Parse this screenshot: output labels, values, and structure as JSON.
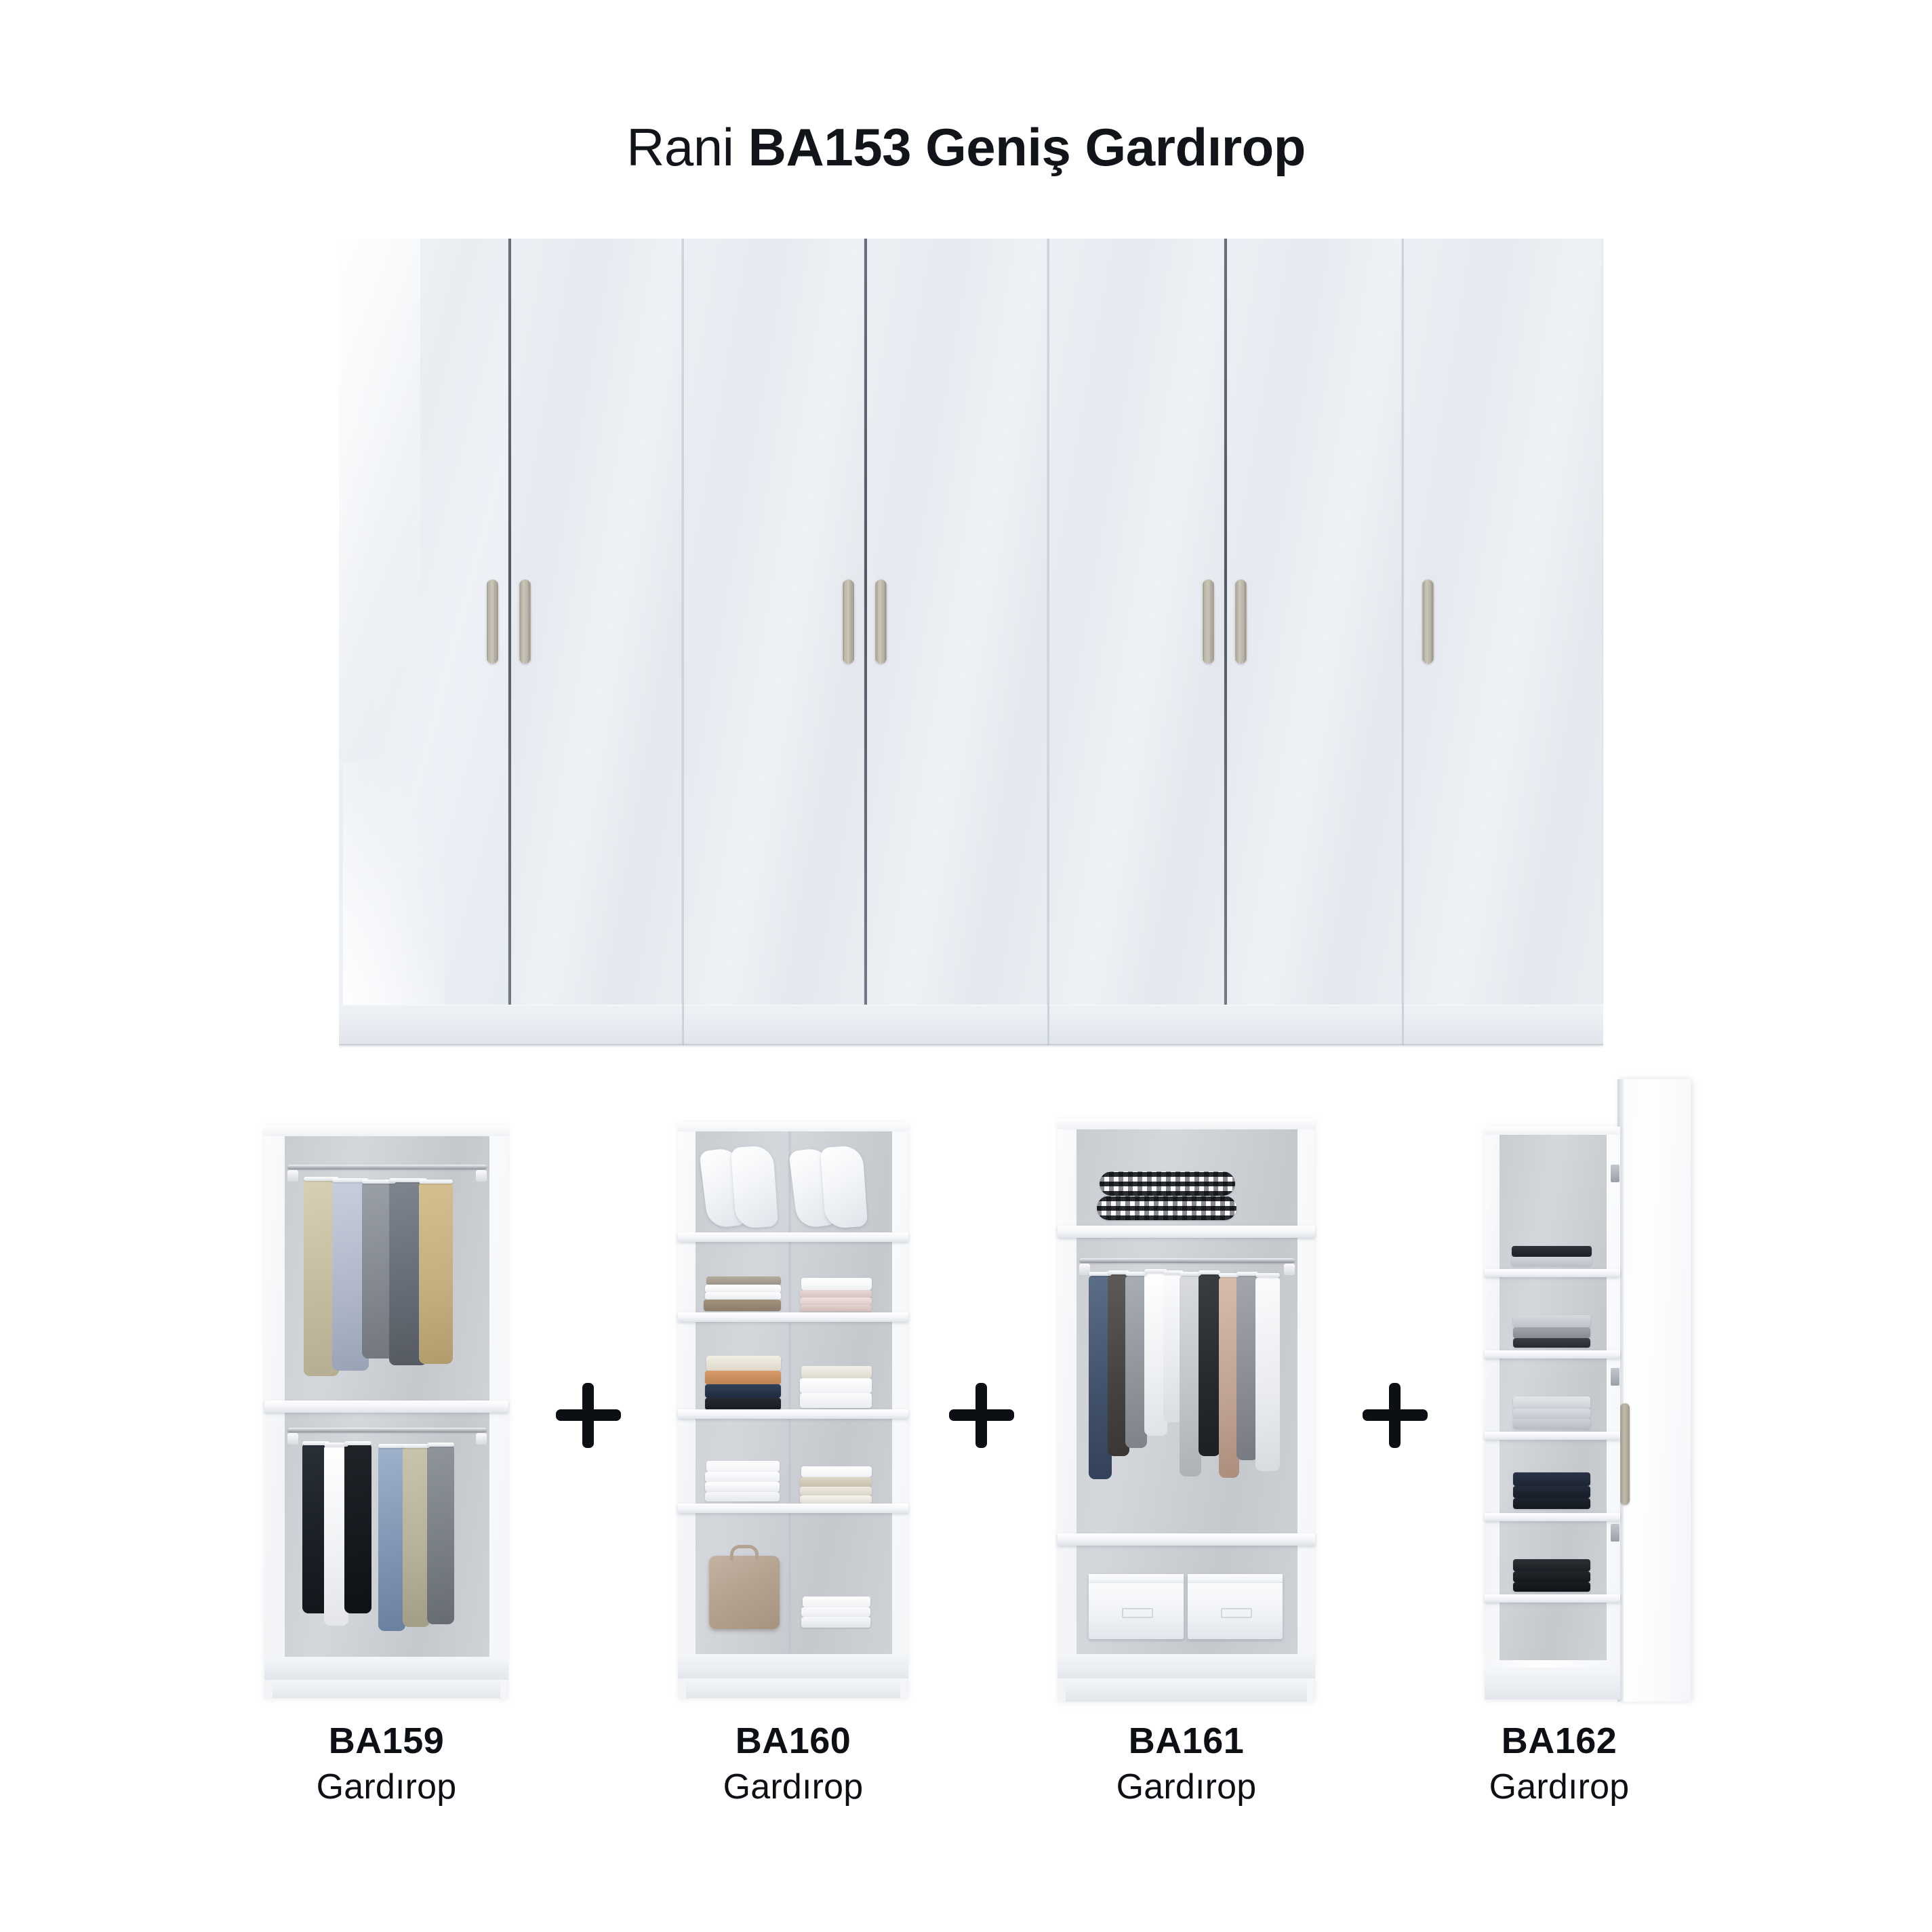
{
  "page": {
    "background": "#ffffff",
    "title_light": "Rani ",
    "title_bold": "BA153 Geniş Gardırop"
  },
  "hero": {
    "name": "Rani BA153 Geniş Gardırop",
    "door_count": 7,
    "handle_count": 7,
    "door_color": "#e8ebf0",
    "handle_color": "#b5ae9a",
    "plinth_color": "#e7ebf1",
    "plinth_segments": 4
  },
  "separator": {
    "symbol": "+",
    "color": "#0c0f14",
    "count": 3
  },
  "modules": [
    {
      "code": "BA159",
      "kind": "Gardırop",
      "type": "double-hanging",
      "compartments": [
        {
          "name": "upper-hanging-rail",
          "contents": "coats-and-jackets"
        },
        {
          "name": "lower-hanging-rail",
          "contents": "shirts-and-trousers"
        }
      ],
      "garment_colors_upper": [
        "#cdc4a8",
        "#b6bfd0",
        "#8f949c",
        "#6f757e",
        "#c9b489"
      ],
      "garment_colors_lower": [
        "#1d2026",
        "#f4f5f7",
        "#15181d",
        "#8497b4",
        "#b9b3a0",
        "#7e838b"
      ]
    },
    {
      "code": "BA160",
      "kind": "Gardırop",
      "type": "open-shelving",
      "shelf_count": 5,
      "compartments": [
        {
          "name": "shelf-1-pillows",
          "contents": "four-white-pillows"
        },
        {
          "name": "shelf-2-folded",
          "contents": "folded-shirts-left, folded-pink-linens-right"
        },
        {
          "name": "shelf-3-folded",
          "contents": "cream-caramel-navy-stack-left, white-knit-right"
        },
        {
          "name": "shelf-4-folded",
          "contents": "white-towels-left, beige-towels-right"
        },
        {
          "name": "shelf-5-storage",
          "contents": "taupe-bag-left, folded-linens-right"
        }
      ],
      "accent_colors": [
        "#ffffff",
        "#ead8d6",
        "#c99a6c",
        "#27354b",
        "#b5a392"
      ]
    },
    {
      "code": "BA161",
      "kind": "Gardırop",
      "type": "hanging-with-shelves",
      "compartments": [
        {
          "name": "top-shelf",
          "contents": "black-white-gingham-bedding"
        },
        {
          "name": "hanging-rail",
          "contents": "dresses-coats-blouses"
        },
        {
          "name": "bottom-shelf",
          "contents": "two-white-storage-boxes"
        }
      ],
      "garment_colors": [
        "#4a5870",
        "#4b4846",
        "#9aa0a7",
        "#f2f3f5",
        "#c9cdd2",
        "#2e3136",
        "#c3a797",
        "#8d9299",
        "#e9eaec"
      ]
    },
    {
      "code": "BA162",
      "kind": "Gardırop",
      "type": "narrow-shelf-column",
      "shelf_count": 6,
      "door_state": "open",
      "compartments": [
        {
          "name": "shelf-1",
          "contents": "empty"
        },
        {
          "name": "shelf-2",
          "contents": "black-folded-knit"
        },
        {
          "name": "shelf-3",
          "contents": "grey-folded-stack"
        },
        {
          "name": "shelf-4",
          "contents": "light-grey-knit-stack"
        },
        {
          "name": "shelf-5",
          "contents": "navy-folded-stack"
        },
        {
          "name": "shelf-6",
          "contents": "black-folded-stack"
        }
      ],
      "handle_color": "#b5ae9a"
    }
  ]
}
